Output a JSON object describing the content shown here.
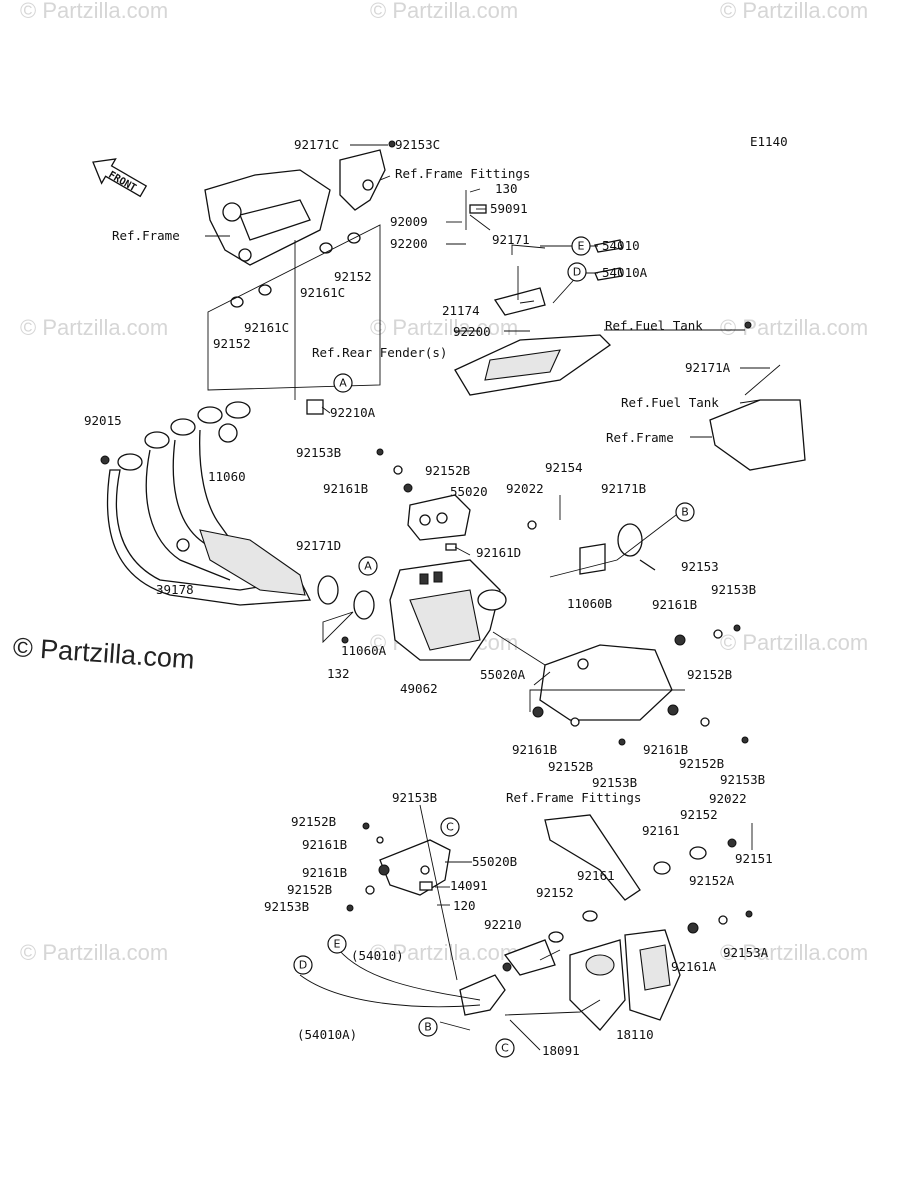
{
  "diagram": {
    "code": "E1140",
    "front_label": "FRONT",
    "callouts": [
      {
        "id": "A",
        "label": "A"
      },
      {
        "id": "A2",
        "label": "A"
      },
      {
        "id": "B",
        "label": "B"
      },
      {
        "id": "B2",
        "label": "B"
      },
      {
        "id": "C",
        "label": "C"
      },
      {
        "id": "C2",
        "label": "C"
      },
      {
        "id": "D",
        "label": "D"
      },
      {
        "id": "D2",
        "label": "D"
      },
      {
        "id": "E",
        "label": "E"
      },
      {
        "id": "E2",
        "label": "E"
      }
    ],
    "labels": [
      "92171C",
      "92153C",
      "Ref.Frame Fittings",
      "130",
      "59091",
      "92009",
      "92200",
      "92171",
      "54010",
      "54010A",
      "Ref.Frame",
      "92161C",
      "92152",
      "92161C",
      "92152",
      "21174",
      "92200",
      "Ref.Fuel Tank",
      "Ref.Rear Fender(s)",
      "92171A",
      "Ref.Fuel Tank",
      "Ref.Frame",
      "92210A",
      "92015",
      "11060",
      "92153B",
      "92152B",
      "92154",
      "92161B",
      "55020",
      "92022",
      "92171B",
      "92161D",
      "92171D",
      "92153",
      "11060B",
      "39178",
      "92161B",
      "92153B",
      "11060A",
      "132",
      "49062",
      "55020A",
      "92152B",
      "92161B",
      "92152B",
      "92153B",
      "92161B",
      "92152B",
      "92153B",
      "92153B",
      "Ref.Frame Fittings",
      "92022",
      "92152B",
      "92152",
      "92161B",
      "55020B",
      "92161",
      "92151",
      "92161B",
      "92152B",
      "14091",
      "92161",
      "92152A",
      "92153B",
      "120",
      "92152",
      "92210",
      "92153A",
      "(54010)",
      "92161A",
      "18091",
      "18110",
      "(54010A)"
    ]
  },
  "watermark": {
    "text": "© Partzilla.com"
  }
}
